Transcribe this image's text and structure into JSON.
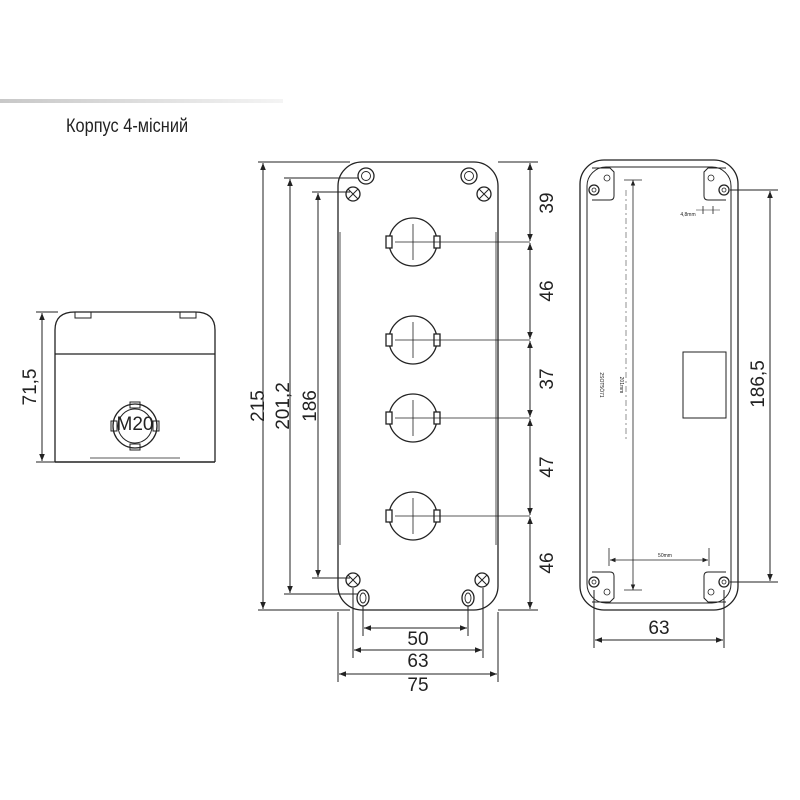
{
  "title": "Корпус 4-місний",
  "side_view": {
    "height_label": "71,5",
    "gland_label": "M20"
  },
  "front_view": {
    "height_overall": "215",
    "height_screws": "201,2",
    "height_holes": "186",
    "spacing": [
      "39",
      "46",
      "37",
      "47",
      "46"
    ],
    "width_holes": "50",
    "width_screws": "63",
    "width_overall": "75"
  },
  "back_view": {
    "height_label": "186,5",
    "width_label": "63",
    "inner_vertical": "201mm",
    "inner_horizontal": "50mm",
    "slot_label": "4,8mm",
    "part_code": "2SOT5Ö71"
  },
  "colors": {
    "line": "#222222",
    "title": "#222222"
  }
}
